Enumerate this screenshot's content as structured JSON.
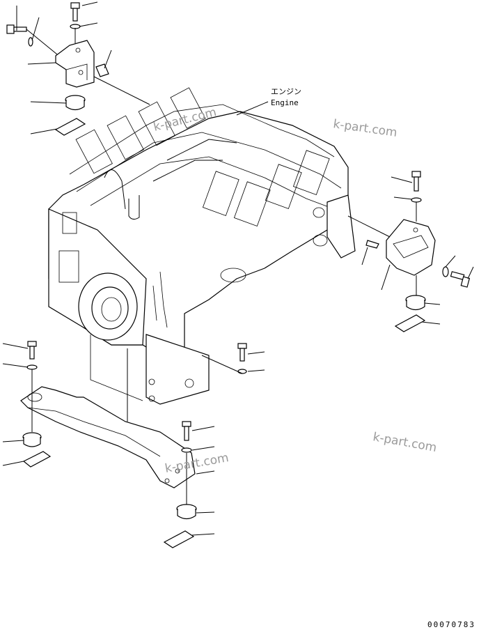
{
  "labels": {
    "engine_jp": "エンジン",
    "engine_en": "Engine",
    "drawing_code": "00070783"
  },
  "watermarks": [
    "k-part.com",
    "k-part.com",
    "k-part.com",
    "k-part.com"
  ]
}
